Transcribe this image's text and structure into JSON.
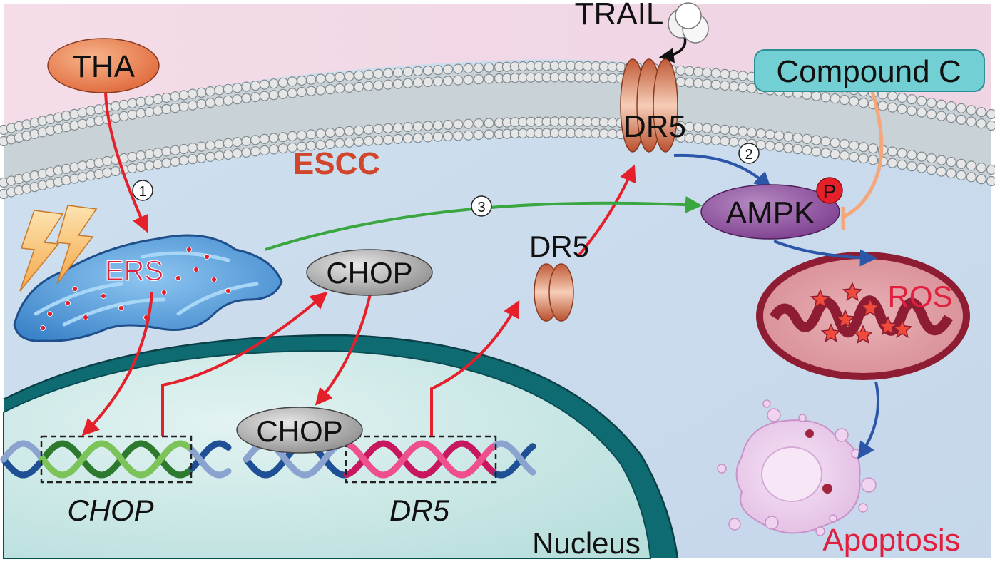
{
  "labels": {
    "tha": "THA",
    "escc": "ESCC",
    "trail": "TRAIL",
    "dr5_membrane": "DR5",
    "compound_c": "Compound C",
    "ampk": "AMPK",
    "phospho": "P",
    "ers": "ERS",
    "chop_cytoplasm": "CHOP",
    "chop_nuclear": "CHOP",
    "dr5_cytoplasm": "DR5",
    "ros": "ROS",
    "gene_chop": "CHOP",
    "gene_dr5": "DR5",
    "nucleus": "Nucleus",
    "apoptosis": "Apoptosis"
  },
  "steps": [
    "1",
    "2",
    "3"
  ],
  "colors": {
    "activation_arrow": "#e5202a",
    "ampk_arrow": "#2c56a8",
    "ers_to_ampk_arrow": "#3aa640",
    "inhibition_line": "#f3a77b",
    "escc_text": "#d0452b",
    "apoptosis_text": "#e0203e",
    "ampk_fill": "#8e4f9c",
    "chop_fill": "#9e9e9e",
    "tha_fill": "#e96a42",
    "compound_c_fill": "#72cfd4",
    "dr5_fill": "#c0603d"
  }
}
